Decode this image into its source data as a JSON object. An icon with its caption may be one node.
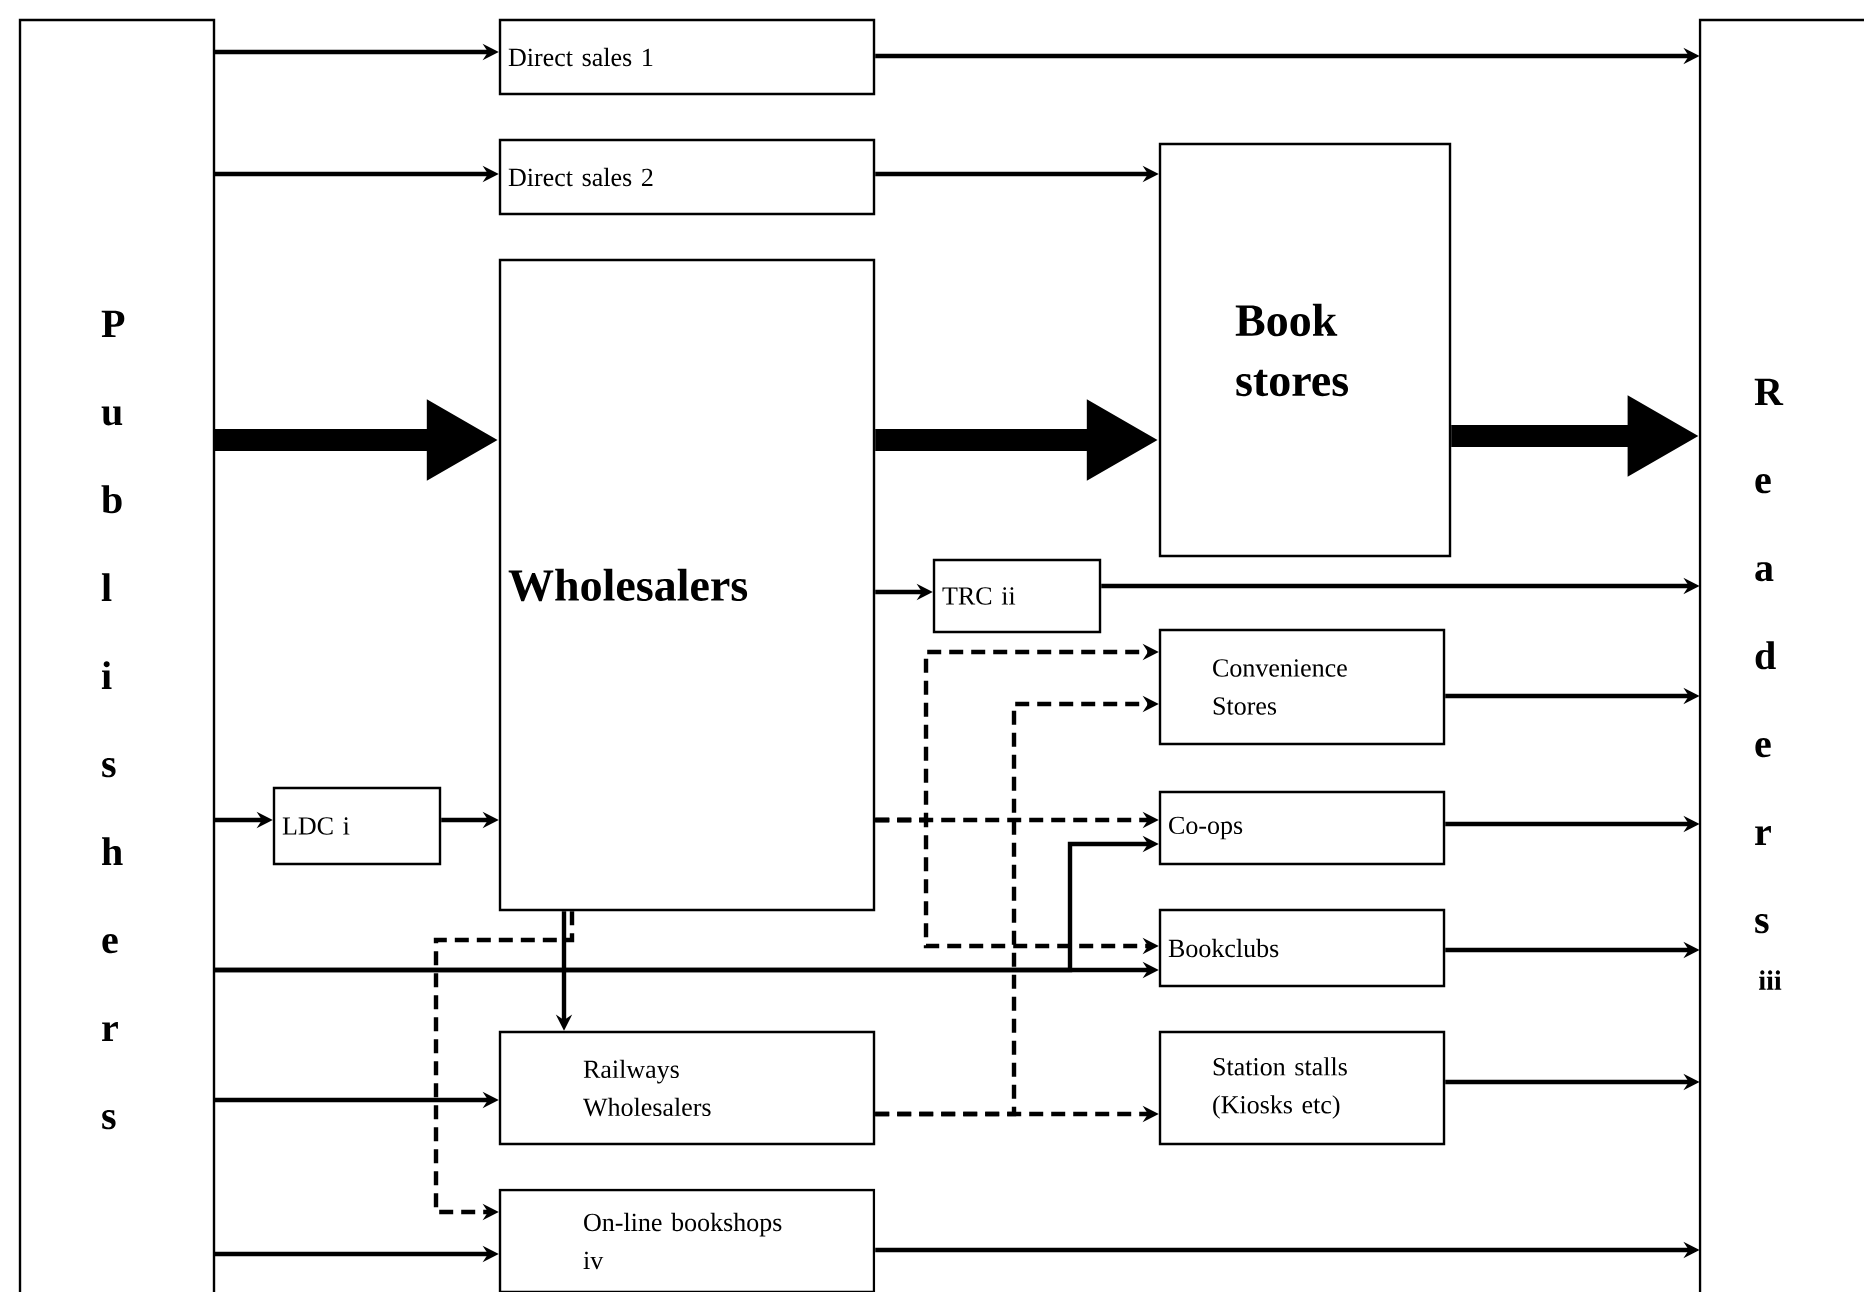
{
  "diagram": {
    "nodes": [
      {
        "text": [
          "P u b l i s h e r s"
        ]
      },
      {
        "text": [
          "Direct sales 1"
        ]
      },
      {
        "text": [
          "Direct sales 2"
        ]
      },
      {
        "text": [
          "Book stores"
        ]
      },
      {
        "text": [
          "R e a d e r s",
          "iii"
        ]
      },
      {
        "text": [
          "Wholesalers"
        ]
      },
      {
        "text": [
          "TRC ii"
        ]
      },
      {
        "text": [
          "Convenience Stores"
        ]
      },
      {
        "text": [
          "LDC i"
        ]
      },
      {
        "text": [
          "Co-ops"
        ]
      },
      {
        "text": [
          "Bookclubs"
        ]
      },
      {
        "text": [
          "Railways Wholesalers"
        ]
      },
      {
        "text": [
          "Station stalls (Kiosks etc)"
        ]
      },
      {
        "text": [
          "On-line bookshops iv"
        ]
      }
    ],
    "edges": [
      {
        "from": 0,
        "to": 1,
        "arrow": "to"
      },
      {
        "from": 1,
        "to": 4,
        "arrow": "to"
      },
      {
        "from": 0,
        "to": 2,
        "arrow": "to"
      },
      {
        "from": 2,
        "to": 3,
        "arrow": "to"
      },
      {
        "from": 0,
        "to": 5,
        "arrow": "to",
        "style": "thick"
      },
      {
        "from": 5,
        "to": 3,
        "arrow": "to",
        "style": "thick"
      },
      {
        "from": 3,
        "to": 4,
        "arrow": "to",
        "style": "thick"
      },
      {
        "from": 5,
        "to": 6,
        "arrow": "to"
      },
      {
        "from": 6,
        "to": 4,
        "arrow": "to"
      },
      {
        "from": 0,
        "to": 8,
        "arrow": "to"
      },
      {
        "from": 8,
        "to": 5,
        "arrow": "to"
      },
      {
        "from": 5,
        "to": 9,
        "arrow": "to",
        "style": "dashed"
      },
      {
        "from": 5,
        "to": 7,
        "arrow": "to",
        "style": "dashed"
      },
      {
        "from": 5,
        "to": 10,
        "arrow": "to",
        "style": "dashed"
      },
      {
        "from": 5,
        "to": 11,
        "arrow": "to"
      },
      {
        "from": 5,
        "to": 13,
        "arrow": "to",
        "style": "dashed"
      },
      {
        "from": 0,
        "to": 10,
        "arrow": "to"
      },
      {
        "from": 0,
        "to": 9,
        "arrow": "to"
      },
      {
        "from": 0,
        "to": 11,
        "arrow": "to"
      },
      {
        "from": 0,
        "to": 13,
        "arrow": "to"
      },
      {
        "from": 11,
        "to": 12,
        "arrow": "to",
        "style": "dashed"
      },
      {
        "from": 11,
        "to": 7,
        "arrow": "to",
        "style": "dashed"
      },
      {
        "from": 7,
        "to": 4,
        "arrow": "to"
      },
      {
        "from": 9,
        "to": 4,
        "arrow": "to"
      },
      {
        "from": 10,
        "to": 4,
        "arrow": "to"
      },
      {
        "from": 12,
        "to": 4,
        "arrow": "to"
      },
      {
        "from": 13,
        "to": 4,
        "arrow": "to"
      }
    ]
  }
}
